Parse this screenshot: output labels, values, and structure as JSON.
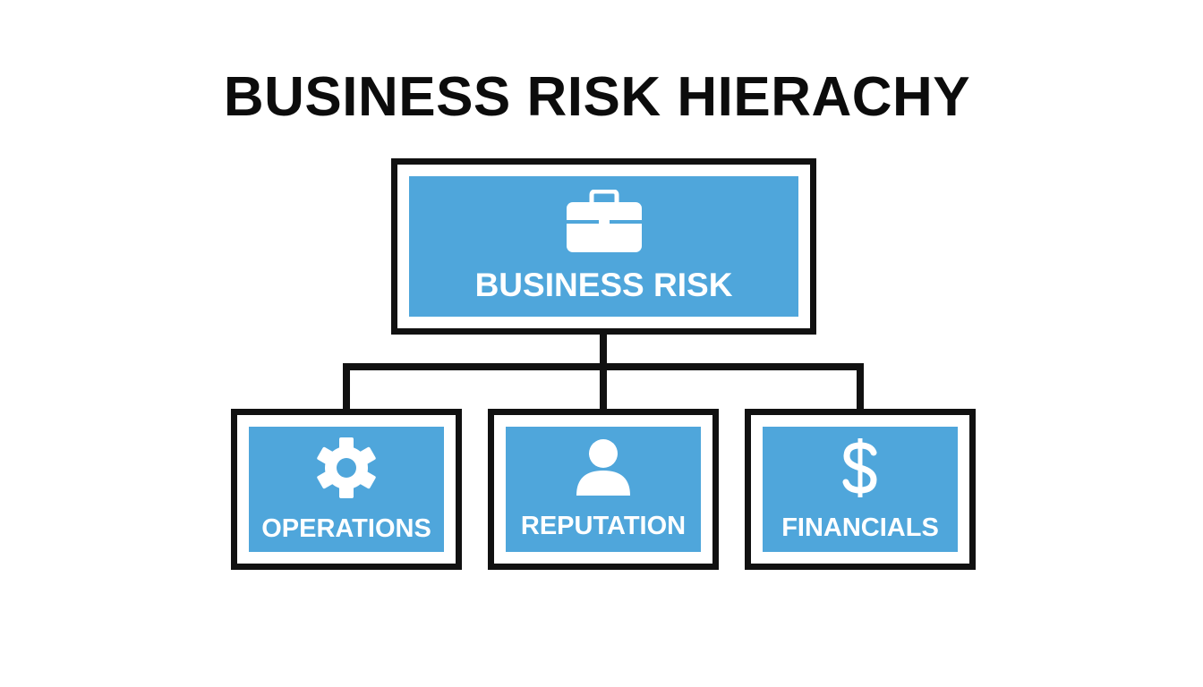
{
  "title": "BUSINESS RISK HIERACHY",
  "colors": {
    "box_fill": "#4fa6db",
    "border": "#111111",
    "text_on_box": "#ffffff",
    "title": "#0c0c0c"
  },
  "root": {
    "label": "BUSINESS RISK",
    "icon": "briefcase-icon"
  },
  "children": [
    {
      "label": "OPERATIONS",
      "icon": "gear-icon"
    },
    {
      "label": "REPUTATION",
      "icon": "person-icon"
    },
    {
      "label": "FINANCIALS",
      "icon": "dollar-icon"
    }
  ]
}
